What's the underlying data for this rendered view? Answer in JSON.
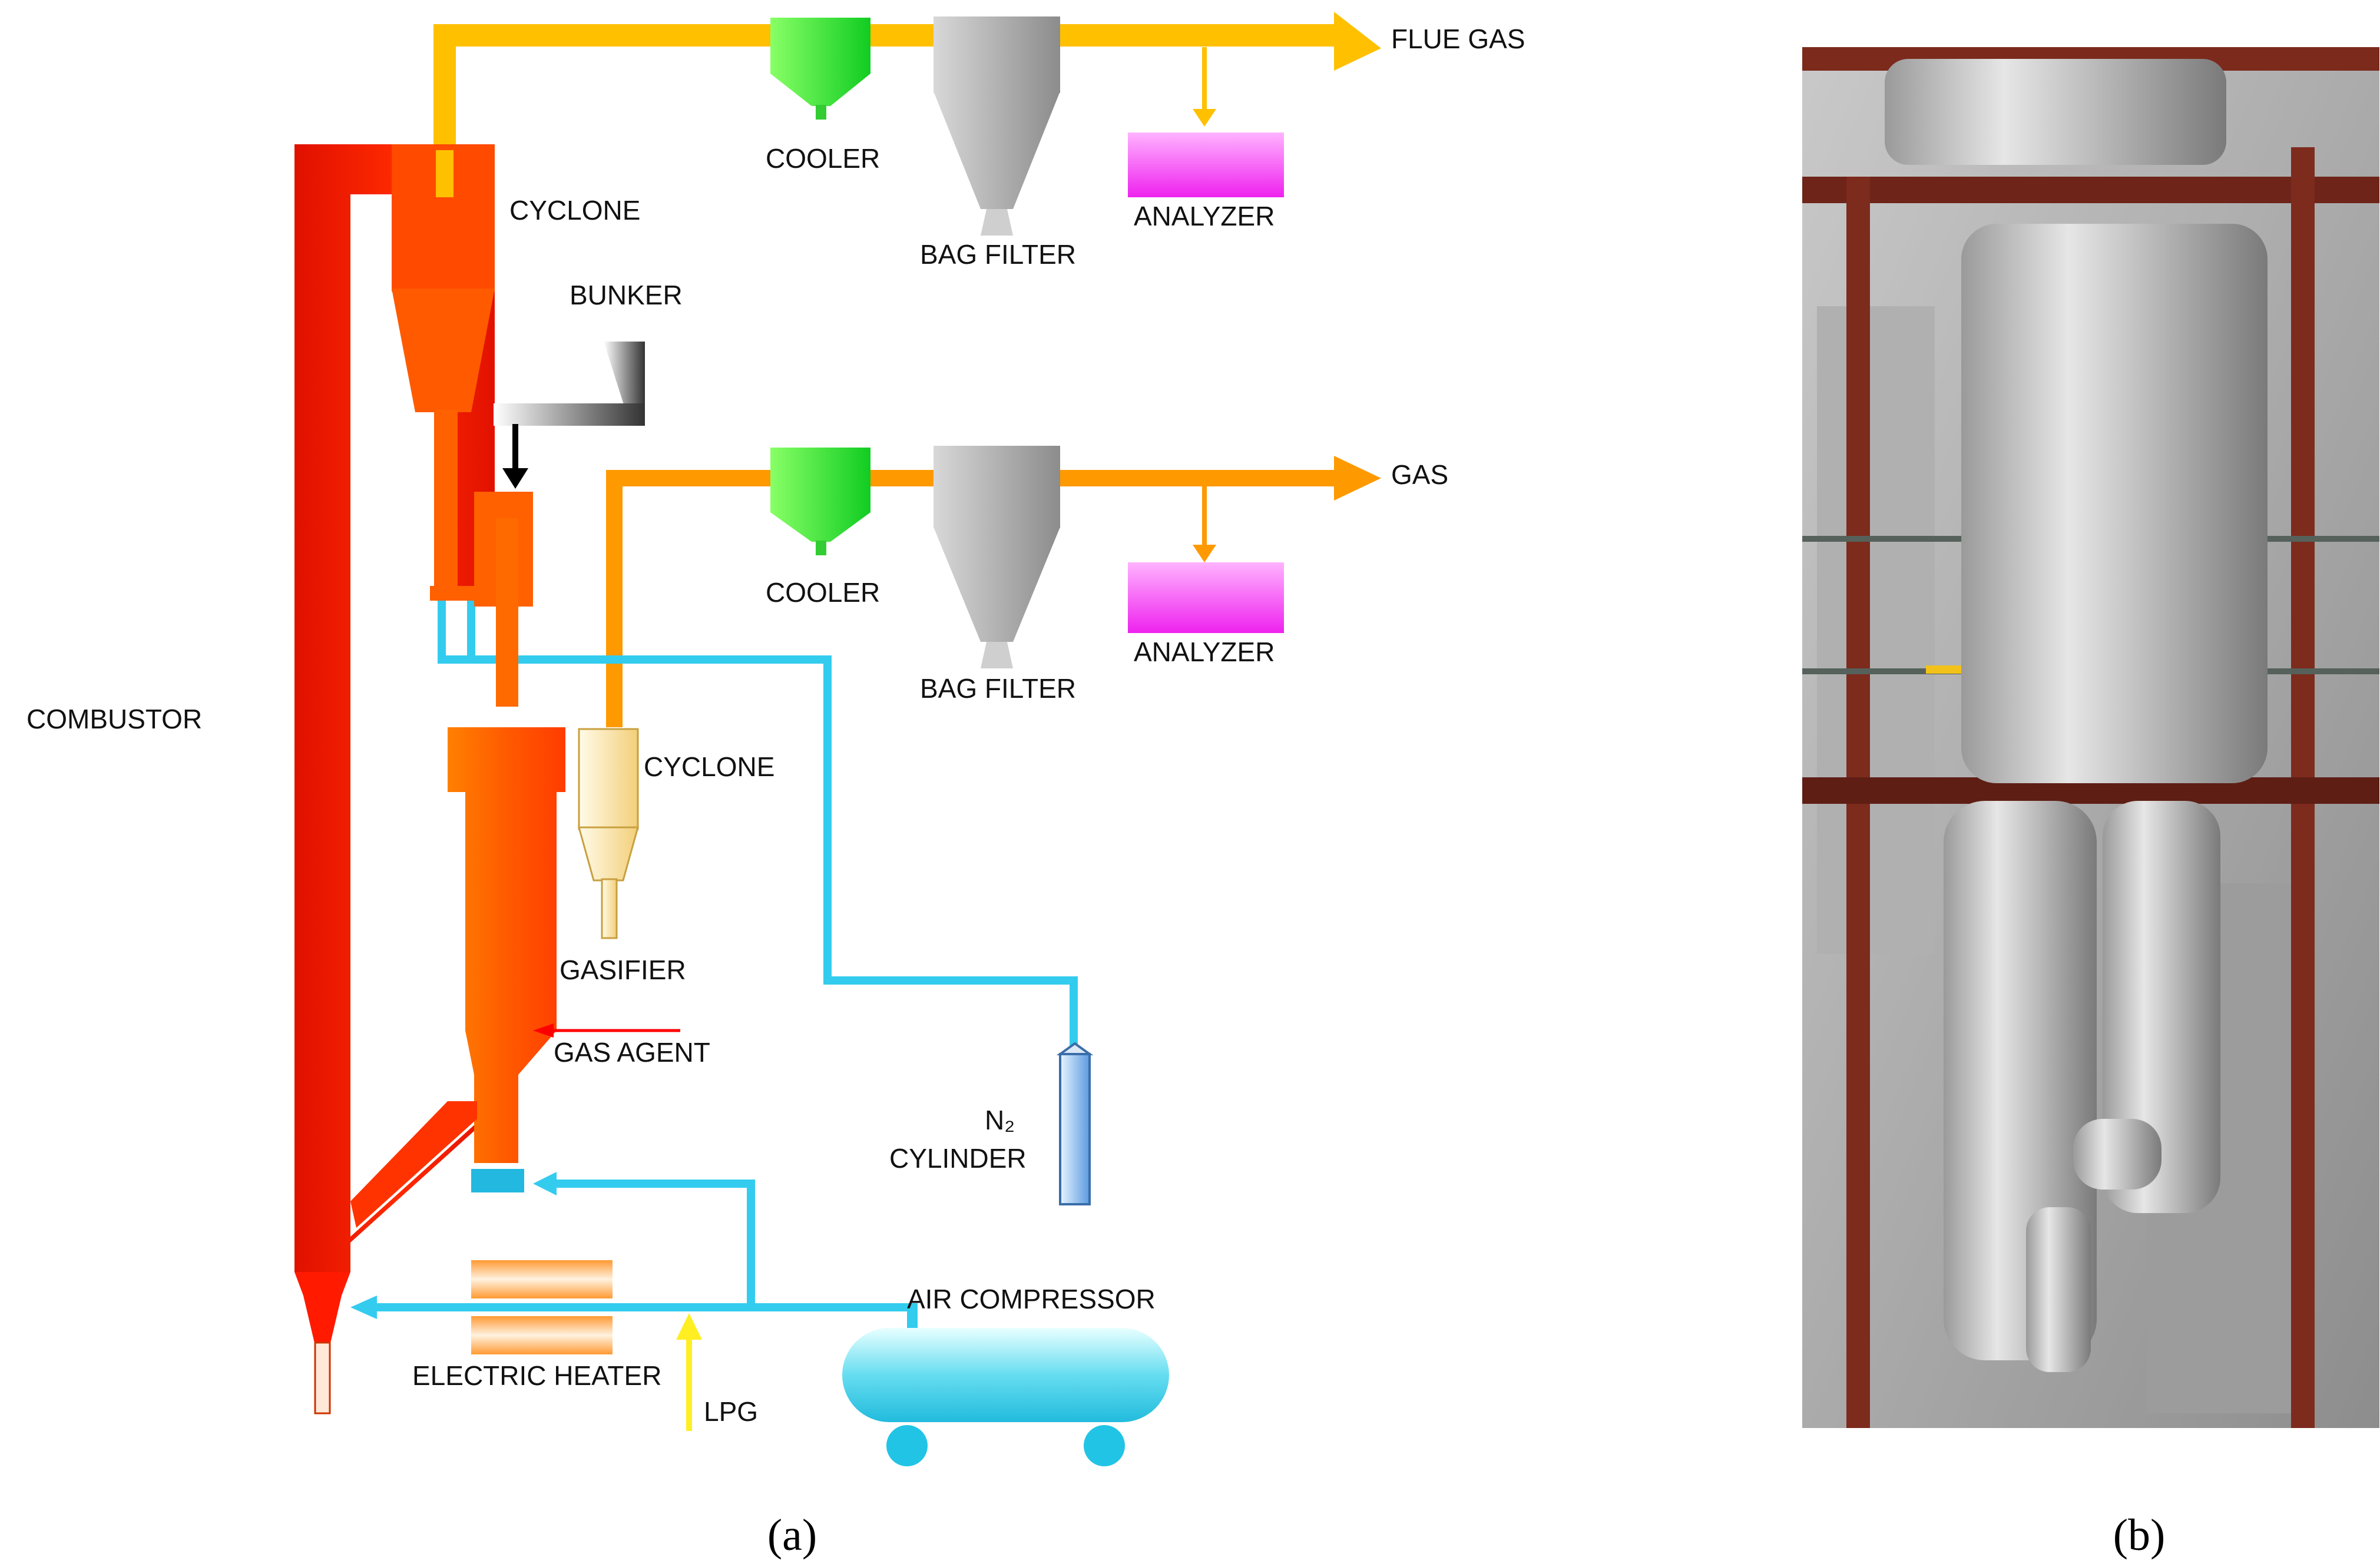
{
  "labels": {
    "flue_gas": "FLUE GAS",
    "cooler_top": "COOLER",
    "bag_filter_top": "BAG FILTER",
    "analyzer_top": "ANALYZER",
    "cyclone_top": "CYCLONE",
    "bunker": "BUNKER",
    "gas": "GAS",
    "cooler_mid": "COOLER",
    "bag_filter_mid": "BAG FILTER",
    "analyzer_mid": "ANALYZER",
    "combustor": "COMBUSTOR",
    "cyclone_mid": "CYCLONE",
    "gasifier": "GASIFIER",
    "gas_agent": "GAS AGENT",
    "n2": "N₂",
    "cylinder": "CYLINDER",
    "air_compressor": "AIR COMPRESSOR",
    "electric_heater": "ELECTRIC HEATER",
    "lpg": "LPG"
  },
  "captions": {
    "a": "(a)",
    "b": "(b)"
  },
  "colors": {
    "flue_line": "#ffc000",
    "gas_line": "#ff9900",
    "air_line": "#33ccee",
    "combustor": "#ff1a00",
    "reactor": "#ff6a00",
    "cooler": "#33dd33",
    "bag_filter": "#b3b3b3",
    "analyzer": "#ff33ff",
    "lpg": "#ffee22",
    "gas_agent": "#ff0000"
  }
}
